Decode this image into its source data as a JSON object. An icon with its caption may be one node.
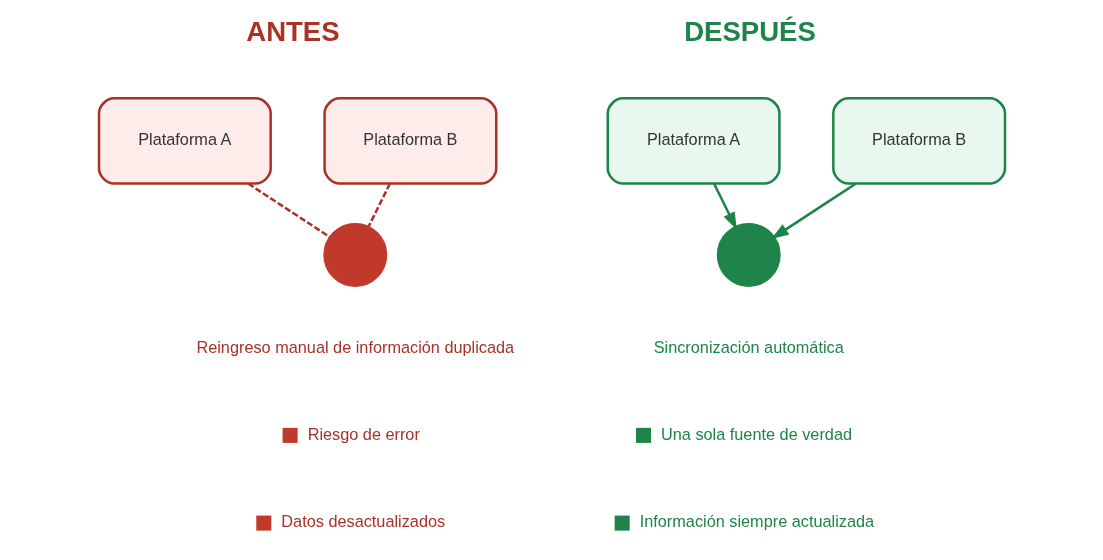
{
  "diagram": {
    "nodes": [
      {
        "text": [
          "Plataforma A"
        ]
      },
      {
        "text": [
          "Plataforma B"
        ]
      },
      {
        "text": [],
        "shape": "circle",
        "beside": [
          "Reingreso manual de información duplicada"
        ]
      },
      {
        "text": [
          "Plataforma A"
        ]
      },
      {
        "text": [
          "Plataforma B"
        ]
      },
      {
        "text": [],
        "shape": "circle",
        "beside": [
          "Sincronización automática"
        ]
      }
    ],
    "edges": [
      {
        "from": 0,
        "to": 2,
        "arrow": "none",
        "style": "dashed",
        "color": "#a93226"
      },
      {
        "from": 1,
        "to": 2,
        "arrow": "none",
        "style": "dashed",
        "color": "#a93226"
      },
      {
        "from": 3,
        "to": 5,
        "arrow": "to",
        "color": "#1e8449"
      },
      {
        "from": 4,
        "to": 5,
        "arrow": "to",
        "color": "#1e8449"
      }
    ],
    "labels": [
      "ANTES",
      "DESPUÉS",
      "Riesgo de error",
      "Datos desactualizados",
      "Una sola fuente de verdad",
      "Información siempre actualizada"
    ]
  }
}
